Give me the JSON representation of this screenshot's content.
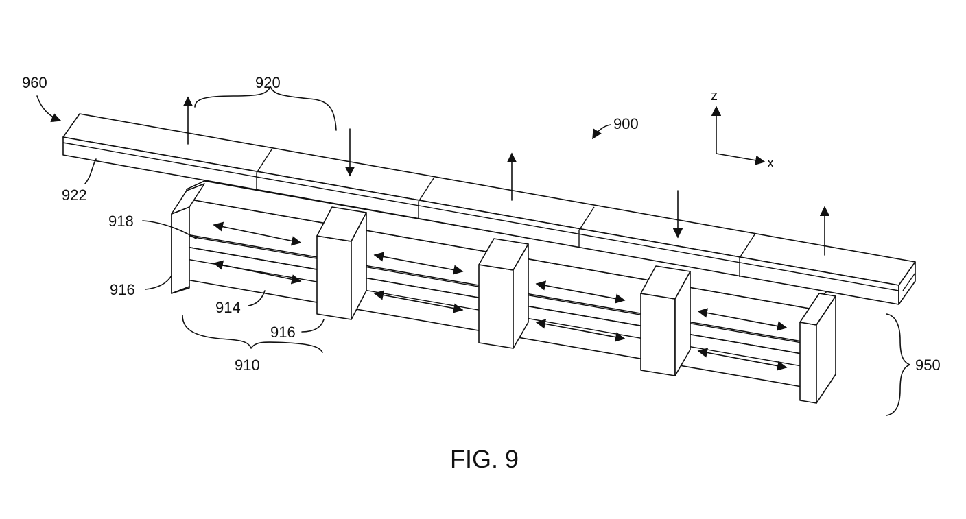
{
  "figure": {
    "caption": "FIG. 9"
  },
  "labels": {
    "assembly": "900",
    "upper_segment_group": "920",
    "upper_bar_side": "922",
    "upper_bar": "960",
    "lower_unit_group": "910",
    "cross_member": "918",
    "end_post_left": "916",
    "end_post_mid": "916",
    "rail": "914",
    "lower_assembly": "950"
  },
  "axes": {
    "z": "z",
    "x": "x"
  }
}
